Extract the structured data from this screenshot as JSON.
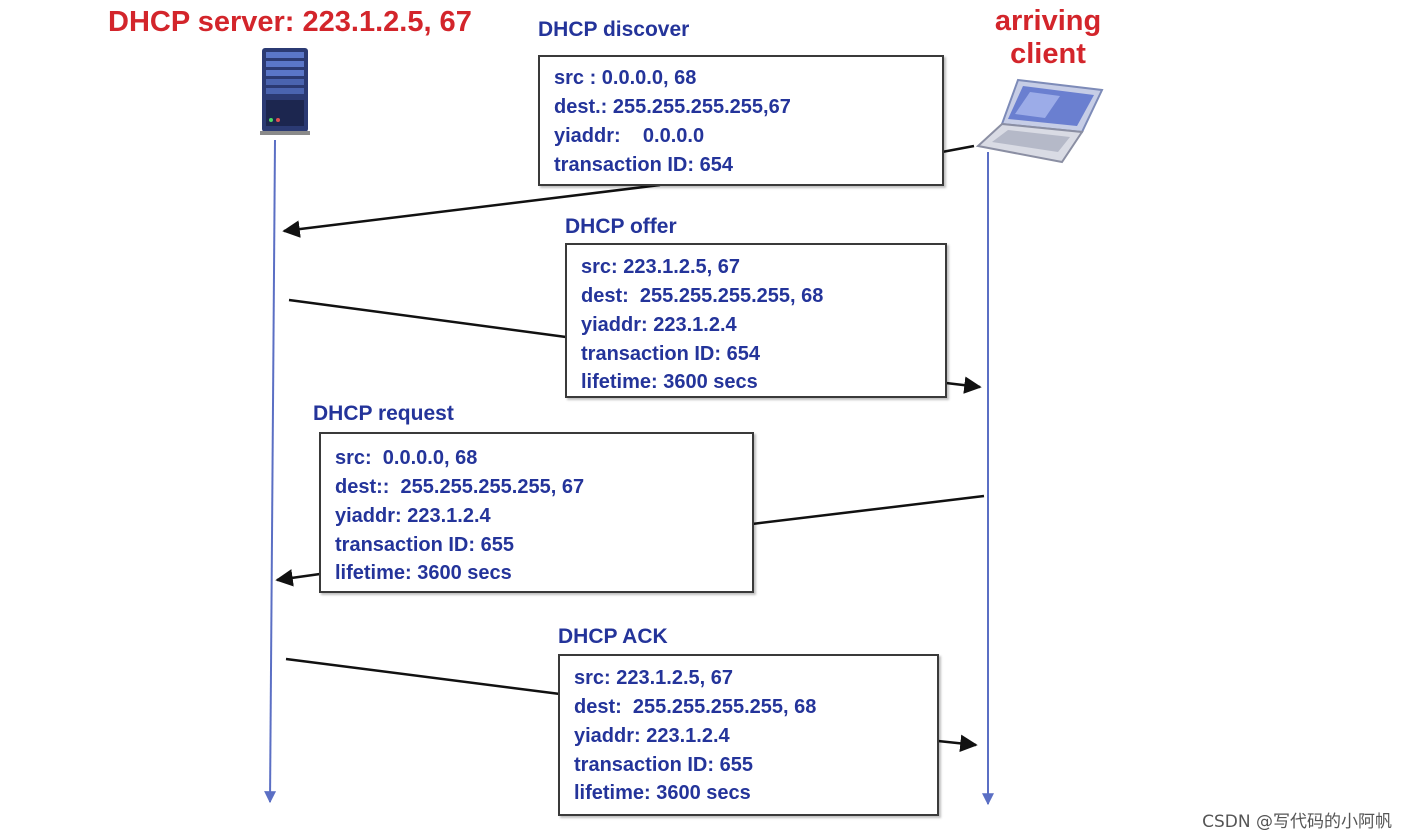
{
  "server": {
    "title": "DHCP server: 223.1.2.5, 67",
    "icon": "server-tower-icon"
  },
  "client": {
    "title_line1": "arriving",
    "title_line2": "client",
    "icon": "laptop-icon"
  },
  "messages": [
    {
      "label": "DHCP discover",
      "direction": "client-to-server",
      "lines": [
        "src : 0.0.0.0, 68",
        "dest.: 255.255.255.255,67",
        "yiaddr:    0.0.0.0",
        "transaction ID: 654"
      ]
    },
    {
      "label": "DHCP offer",
      "direction": "server-to-client",
      "lines": [
        "src: 223.1.2.5, 67",
        "dest:  255.255.255.255, 68",
        "yiaddr: 223.1.2.4",
        "transaction ID: 654",
        "lifetime: 3600 secs"
      ]
    },
    {
      "label": "DHCP request",
      "direction": "client-to-server",
      "lines": [
        "src:  0.0.0.0, 68",
        "dest::  255.255.255.255, 67",
        "yiaddr: 223.1.2.4",
        "transaction ID: 655",
        "lifetime: 3600 secs"
      ]
    },
    {
      "label": "DHCP ACK",
      "direction": "server-to-client",
      "lines": [
        "src: 223.1.2.5, 67",
        "dest:  255.255.255.255, 68",
        "yiaddr: 223.1.2.4",
        "transaction ID: 655",
        "lifetime: 3600 secs"
      ]
    }
  ],
  "colors": {
    "title_red": "#d3252b",
    "text_blue": "#24349a",
    "timeline_blue": "#5b6fc4"
  },
  "watermark": "CSDN @写代码的小阿帆"
}
